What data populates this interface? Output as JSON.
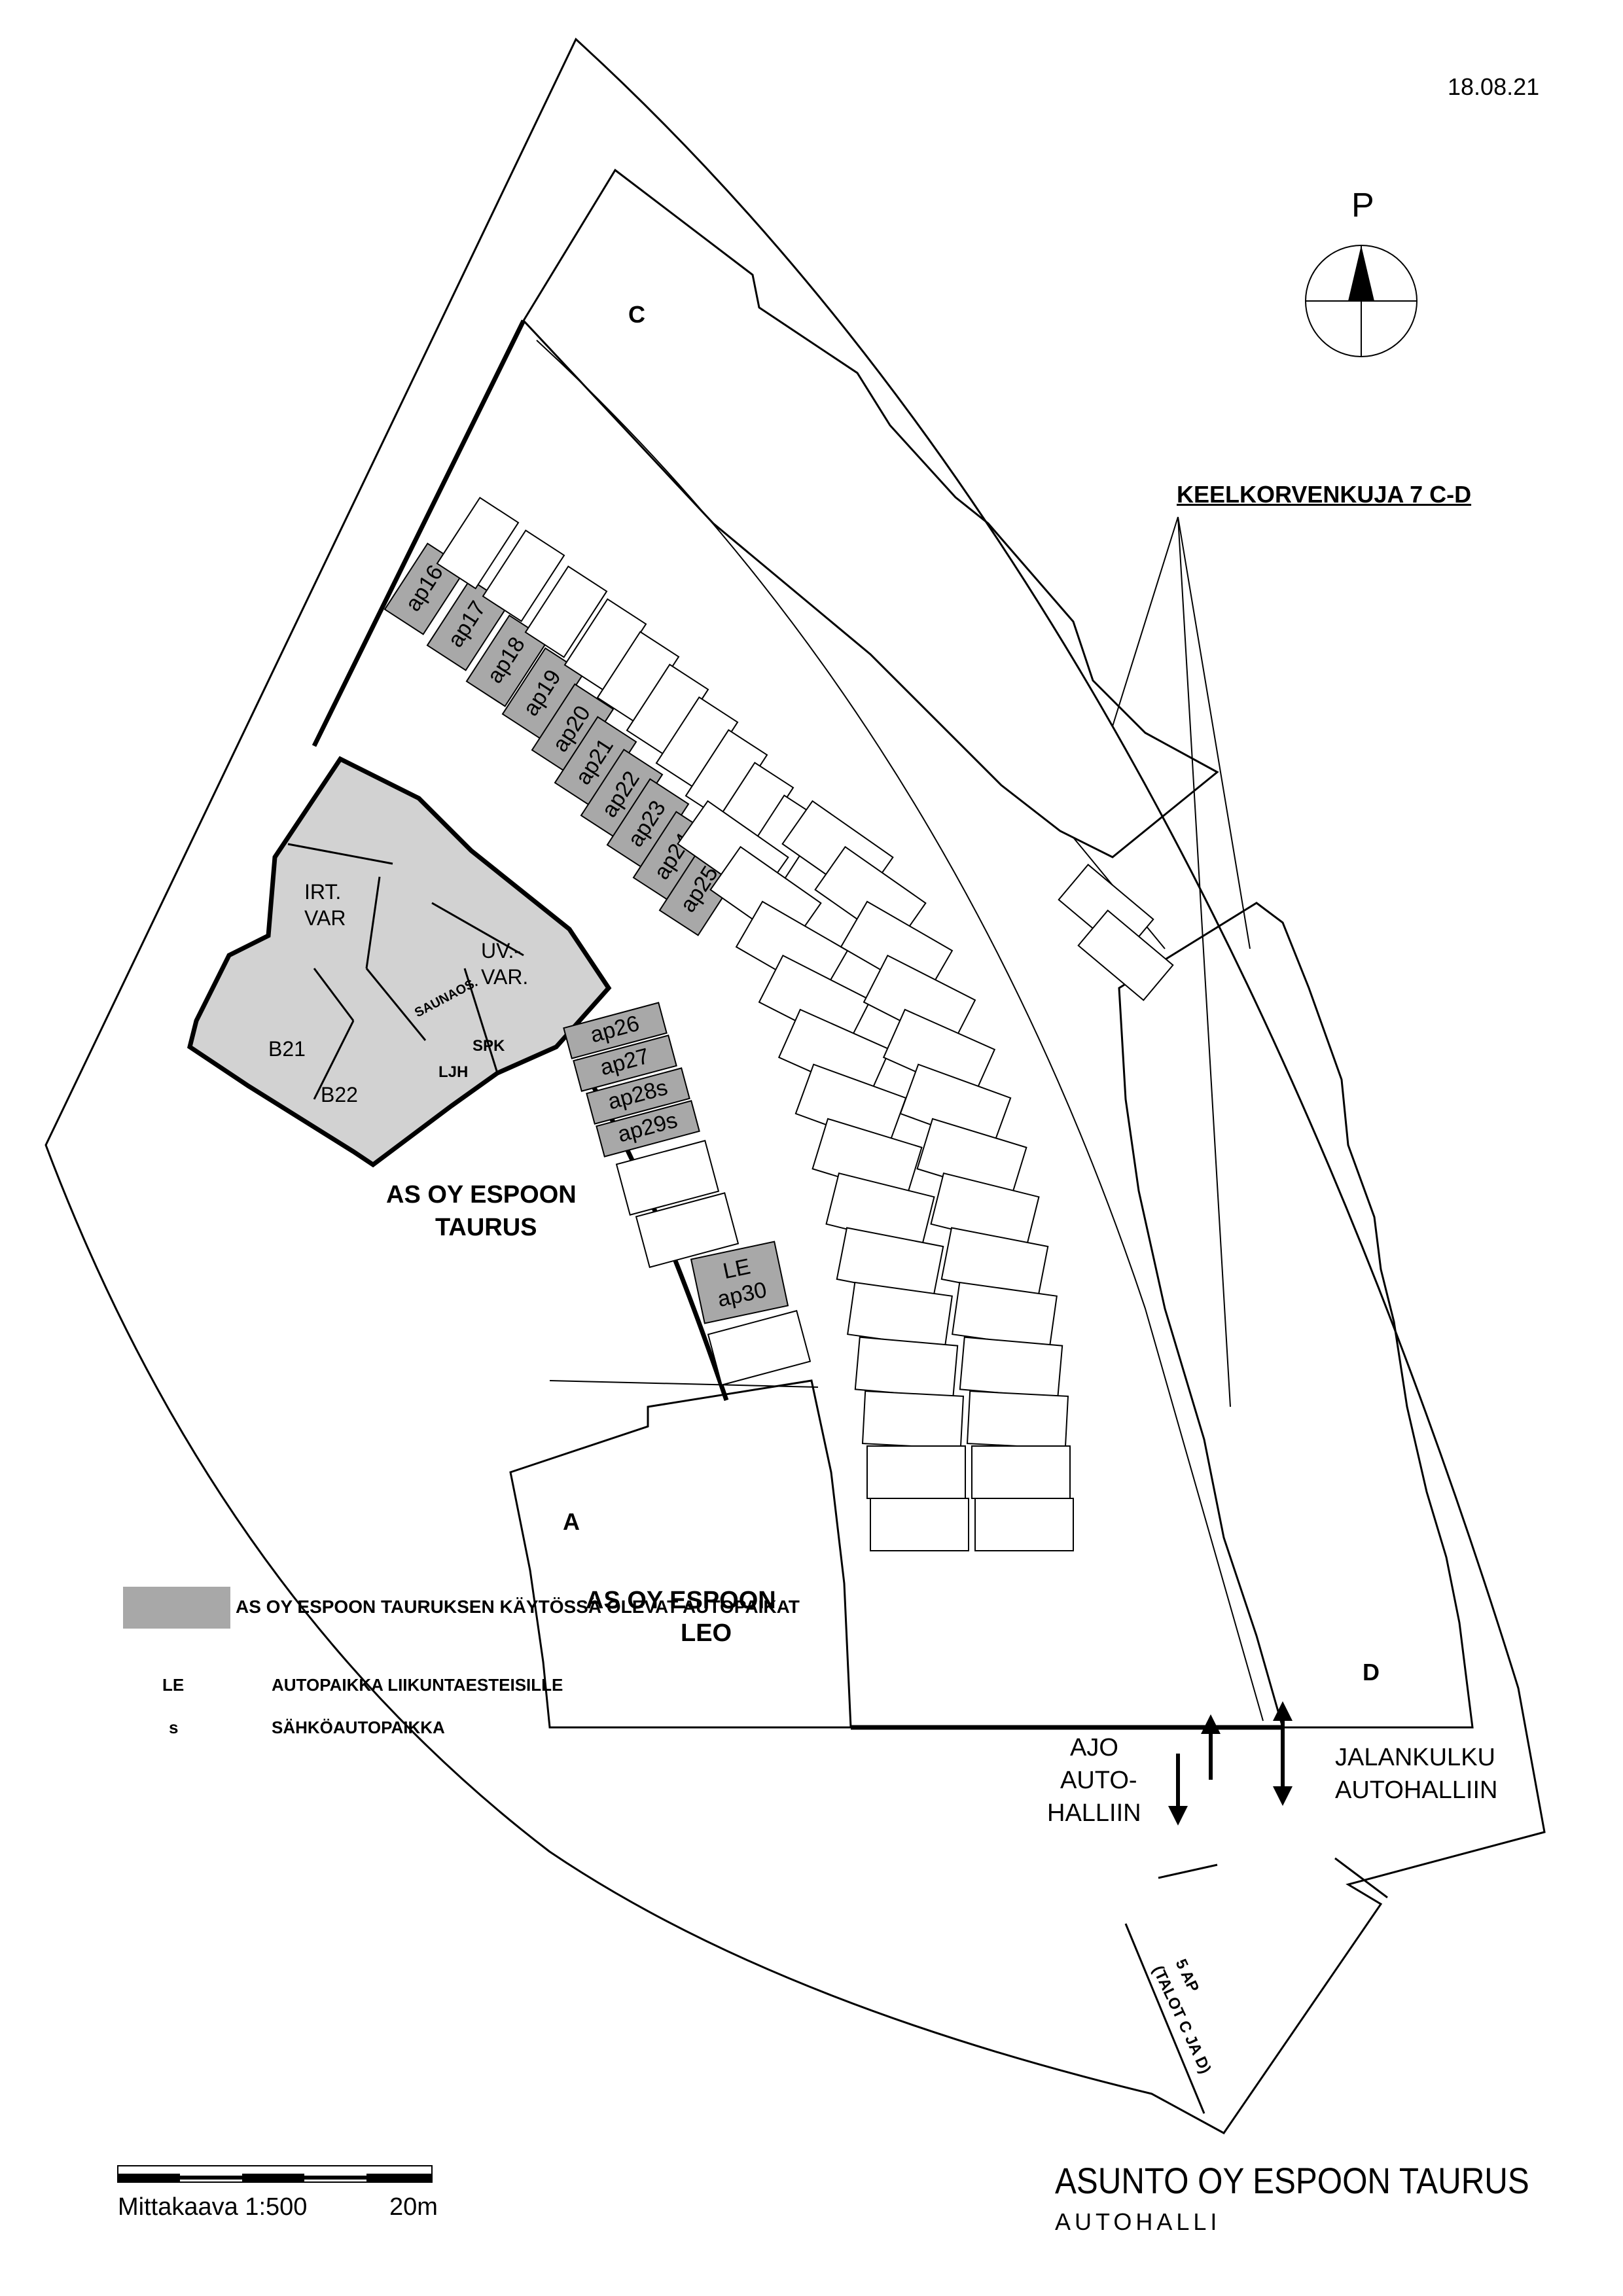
{
  "date": "18.08.21",
  "north_label": "P",
  "street_label": "KEELKORVENKUJA 7 C-D",
  "buildings": {
    "c": "C",
    "a": "A",
    "d": "D",
    "taurus_line1": "AS OY ESPOON",
    "taurus_line2": "TAURUS",
    "leo_line1": "AS OY ESPOON",
    "leo_line2": "LEO"
  },
  "rooms": {
    "irt_line1": "IRT.",
    "irt_line2": "VAR",
    "uv_line1": "UV.-",
    "uv_line2": "VAR.",
    "b21": "B21",
    "b22": "B22",
    "saunaos": "SAUNAOS.",
    "spk": "SPK",
    "ljh": "LJH"
  },
  "parking": {
    "arc_group": [
      "ap16",
      "ap17",
      "ap18",
      "ap19",
      "ap20",
      "ap21",
      "ap22",
      "ap23",
      "ap24",
      "ap25"
    ],
    "row_group": [
      "ap26",
      "ap27",
      "ap28s",
      "ap29s"
    ],
    "le_label": "LE",
    "le_spot": "ap30"
  },
  "entrances": {
    "drive_1": "AJO",
    "drive_2": "AUTO-",
    "drive_3": "HALLIIN",
    "walk_1": "JALANKULKU",
    "walk_2": "AUTOHALLIIN",
    "extra_1": "5 AP",
    "extra_2": "(TALOT C JA D)"
  },
  "legend": {
    "reserved": "AS OY ESPOON TAURUKSEN KÄYTÖSSÄ OLEVAT AUTOPAIKAT",
    "le_key": "LE",
    "le_desc": "AUTOPAIKKA LIIKUNTAESTEISILLE",
    "s_key": "s",
    "s_desc": "SÄHKÖAUTOPAIKKA"
  },
  "scale": {
    "label": "Mittakaava 1:500",
    "distance": "20m"
  },
  "title": {
    "main": "ASUNTO OY ESPOON TAURUS",
    "sub": "AUTOHALLI"
  },
  "colors": {
    "reserved_fill": "#a8a8a8",
    "room_fill": "#d2d2d2",
    "line": "#000000"
  }
}
